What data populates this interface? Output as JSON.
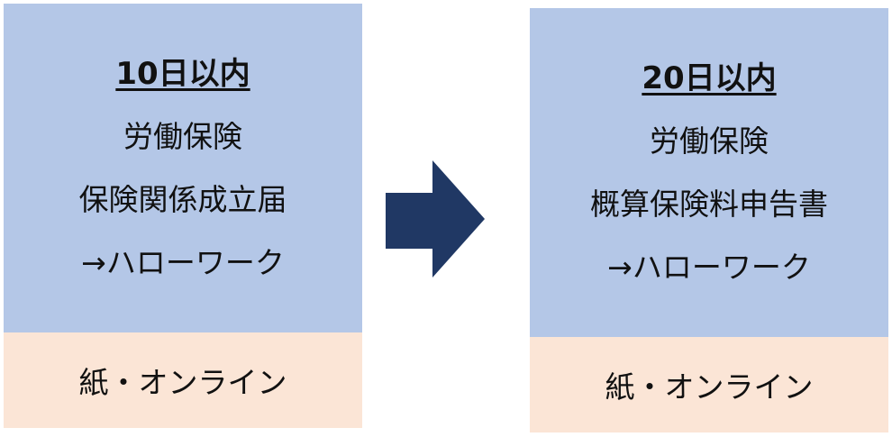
{
  "left_card": {
    "deadline": "10日以内",
    "line1": "労働保険",
    "line2": "保険関係成立届",
    "line3": "→ハローワーク",
    "footer": "紙・オンライン"
  },
  "right_card": {
    "deadline": "20日以内",
    "line1": "労働保険",
    "line2": "概算保険料申告書",
    "line3": "→ハローワーク",
    "footer": "紙・オンライン"
  },
  "colors": {
    "card_blue": "#b4c7e7",
    "footer_peach": "#fbe5d6",
    "arrow_navy": "#203864"
  },
  "icons": {
    "arrow": "right-arrow-icon"
  }
}
